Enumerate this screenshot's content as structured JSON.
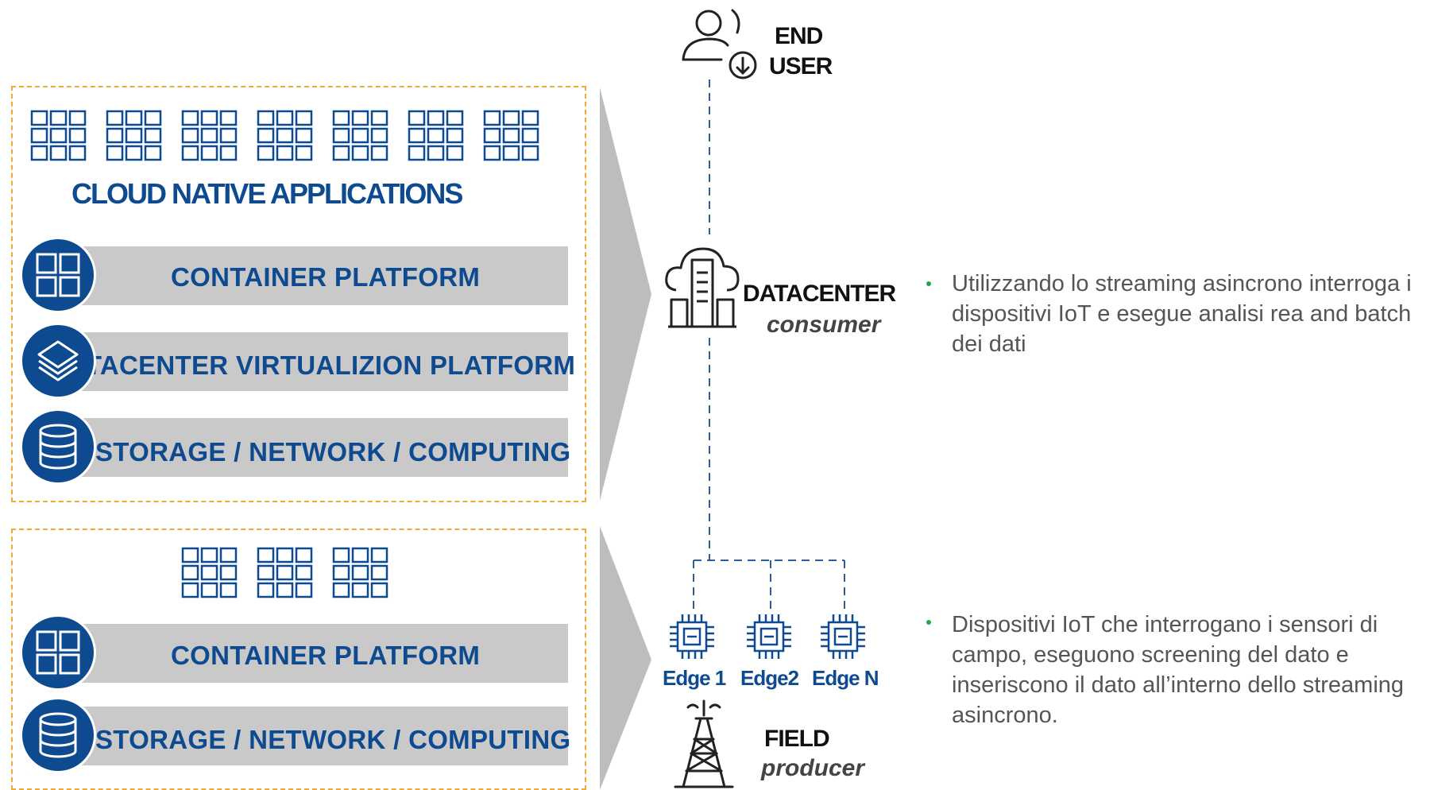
{
  "cloud_stack": {
    "title": "CLOUD NATIVE APPLICATIONS",
    "layers": [
      {
        "label": "CONTAINER PLATFORM",
        "icon": "grid-icon"
      },
      {
        "label": "DATACENTER VIRTUALIZION PLATFORM",
        "icon": "layers-icon"
      },
      {
        "label": "STORAGE / NETWORK / COMPUTING",
        "icon": "database-icon"
      }
    ]
  },
  "edge_stack": {
    "layers": [
      {
        "label": "CONTAINER PLATFORM",
        "icon": "grid-icon"
      },
      {
        "label": "STORAGE / NETWORK / COMPUTING",
        "icon": "database-icon"
      }
    ]
  },
  "nodes": {
    "end_user": {
      "line1": "END",
      "line2": "USER"
    },
    "datacenter": {
      "label": "DATACENTER",
      "sub": "consumer"
    },
    "field": {
      "label": "FIELD",
      "sub": "producer"
    },
    "edges": [
      "Edge 1",
      "Edge2",
      "Edge N"
    ]
  },
  "bullets": {
    "datacenter": "Utilizzando lo streaming asincrono interroga i dispositivi IoT e esegue analisi rea and batch dei dati",
    "field": "Dispositivi IoT che interrogano i sensori di campo, eseguono screening del dato e inseriscono il dato all’interno dello streaming asincrono."
  },
  "colors": {
    "brand_blue": "#0d4a8f",
    "dashed_border": "#f0a836",
    "layer_gray": "#c9c9c9",
    "arrow_gray": "#bdbdbd",
    "bullet_green": "#2aa34a"
  }
}
